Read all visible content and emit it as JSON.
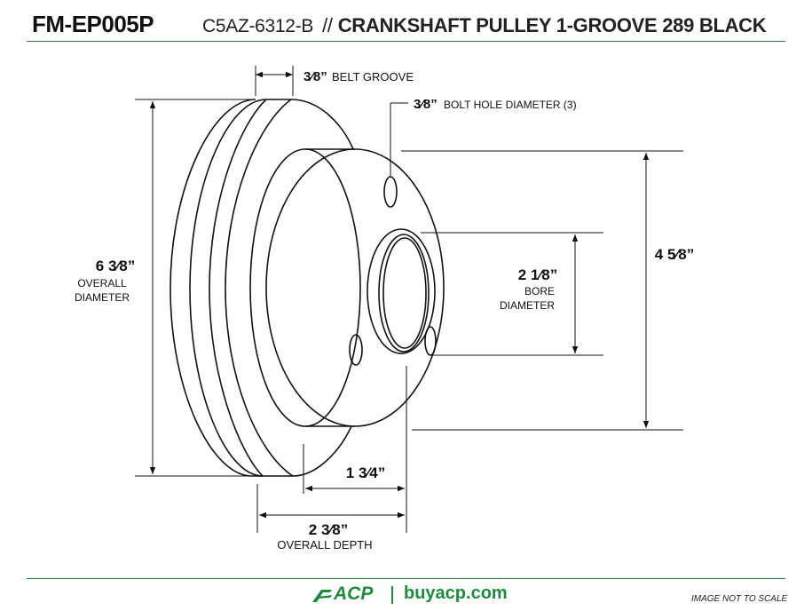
{
  "header": {
    "part_number": "FM-EP005P",
    "oem_number": "C5AZ-6312-B",
    "separator": "//",
    "product_name": "CRANKSHAFT PULLEY 1-GROOVE 289 BLACK"
  },
  "dimensions": {
    "belt_groove": {
      "value": "3⁄8”",
      "label": "BELT GROOVE"
    },
    "bolt_hole": {
      "value": "3⁄8”",
      "label": "BOLT HOLE DIAMETER (3)"
    },
    "overall_diameter": {
      "value": "6 3⁄8”",
      "label_1": "OVERALL",
      "label_2": "DIAMETER"
    },
    "hub_diameter": {
      "value": "4 5⁄8”"
    },
    "bore_diameter": {
      "value": "2 1⁄8”",
      "label_1": "BORE",
      "label_2": "DIAMETER"
    },
    "hub_depth": {
      "value": "1 3⁄4”"
    },
    "overall_depth": {
      "value": "2 3⁄8”",
      "label": "OVERALL DEPTH"
    }
  },
  "footer": {
    "brand": "ACP",
    "site": "buyacp.com",
    "note": "IMAGE NOT TO SCALE"
  },
  "colors": {
    "brand_green": "#1e8a3e",
    "rule_green": "#2e7d4f"
  }
}
